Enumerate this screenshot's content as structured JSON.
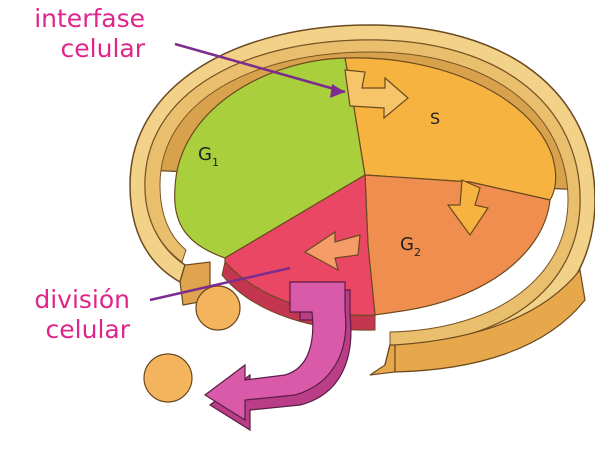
{
  "callouts": {
    "interphase_line1": "interfase",
    "interphase_line2": "celular",
    "division_line1": "división",
    "division_line2": "celular"
  },
  "phases": {
    "g1_main": "G",
    "g1_sub": "1",
    "s": "S",
    "g2_main": "G",
    "g2_sub": "2"
  },
  "colors": {
    "callout_text": "#e0258a",
    "callout_line": "#7b2c8e",
    "ring": "#f1cf83",
    "g1": "#a9cf3c",
    "s": "#f6b33f",
    "g2": "#f08e4f",
    "m": "#e94763",
    "division_arrow": "#cf4a9a",
    "cell": "#f4b35d"
  }
}
